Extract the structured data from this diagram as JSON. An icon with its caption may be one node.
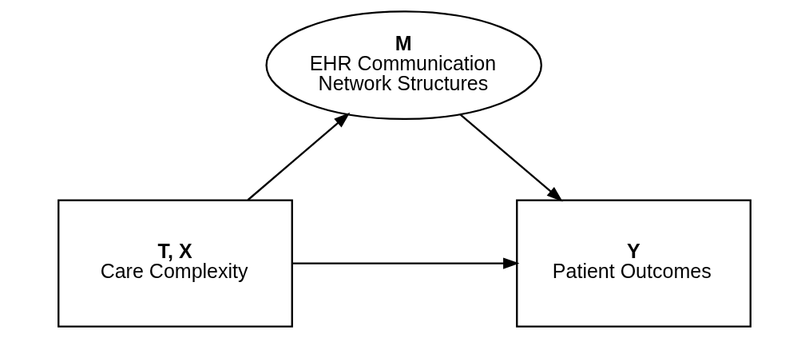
{
  "diagram": {
    "nodes": [
      {
        "text": [
          "M",
          "EHR Communication Network Structures"
        ]
      },
      {
        "text": [
          "T, X",
          "Care Complexity"
        ]
      },
      {
        "text": [
          "Y",
          "Patient Outcomes"
        ]
      }
    ],
    "edges": [
      {
        "from": 1,
        "to": 0,
        "arrow": "to"
      },
      {
        "from": 0,
        "to": 2,
        "arrow": "to"
      },
      {
        "from": 1,
        "to": 2,
        "arrow": "to"
      }
    ]
  }
}
